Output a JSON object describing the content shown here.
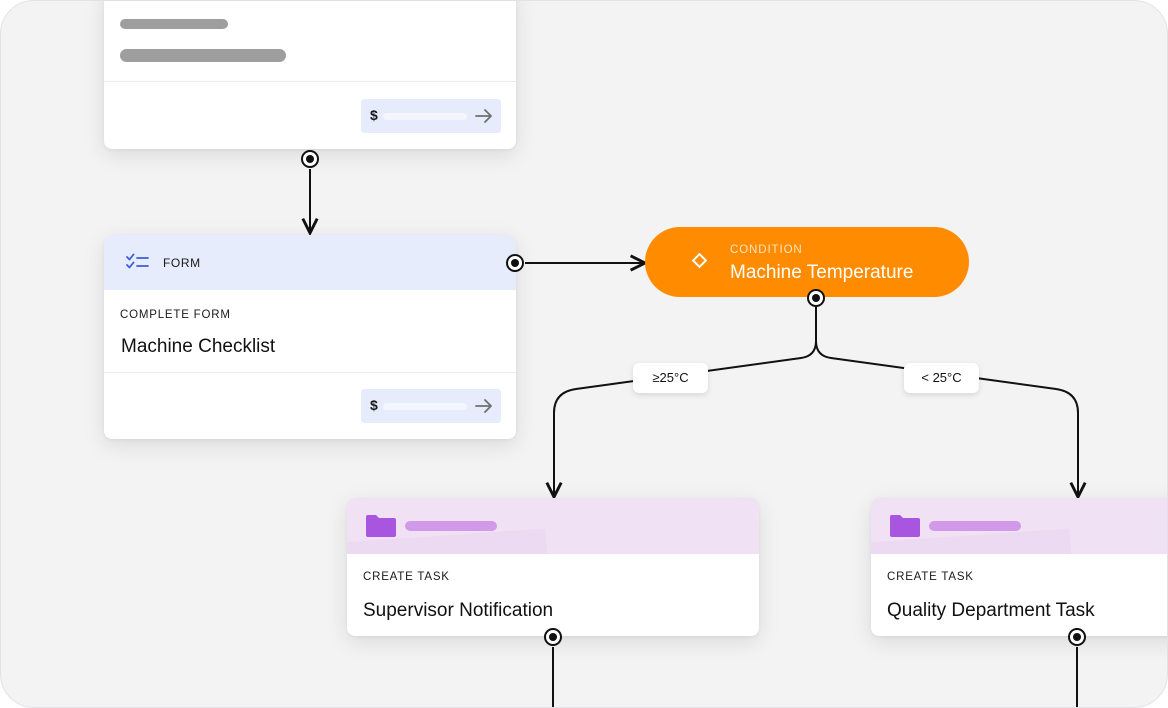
{
  "top_card": {
    "price_symbol": "$"
  },
  "form_card": {
    "header_label": "FORM",
    "kicker": "COMPLETE FORM",
    "title": "Machine Checklist",
    "price_symbol": "$"
  },
  "condition_node": {
    "kicker": "CONDITION",
    "title": "Machine Temperature"
  },
  "branches": {
    "left_label": "≥25°C",
    "right_label": "< 25°C"
  },
  "task_left": {
    "kicker": "CREATE TASK",
    "title": "Supervisor Notification"
  },
  "task_right": {
    "kicker": "CREATE TASK",
    "title": "Quality Department Task"
  },
  "colors": {
    "condition": "#ff8c00",
    "form_header": "#e6ecfb",
    "task_header": "#f1e1f5",
    "folder": "#a855e0",
    "checklist_icon": "#3b5fd9"
  },
  "icons": {
    "form": "checklist-icon",
    "condition": "diamond-icon",
    "task": "folder-icon",
    "price_button": "arrow-right-icon"
  }
}
